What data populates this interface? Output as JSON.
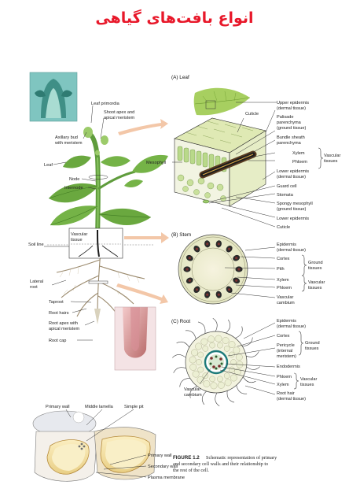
{
  "title": "انواع بافت‌های گیاهی",
  "plant_labels": {
    "leaf_primordia": "Leaf primordia",
    "shoot_apex_1": "Shoot apex and",
    "shoot_apex_2": "apical meristem",
    "axillary_1": "Axillary bud",
    "axillary_2": "with meristem",
    "leaf": "Leaf",
    "node": "Node",
    "internode": "Internode",
    "vascular_1": "Vascular",
    "vascular_2": "tissue",
    "soil_line": "Soil line",
    "lateral_1": "Lateral",
    "lateral_2": "root",
    "taproot": "Taproot",
    "root_hairs": "Root hairs",
    "root_apex_1": "Root apex with",
    "root_apex_2": "apical meristem",
    "root_cap": "Root cap"
  },
  "leaf_panel": {
    "heading": "(A) Leaf",
    "cuticle_top": "Cuticle",
    "mesophyll": "Mesophyll",
    "upper_epi_1": "Upper epidermis",
    "upper_epi_2": "(dermal tissue)",
    "palisade_1": "Palisade",
    "palisade_2": "parenchyma",
    "palisade_3": "(ground tissue)",
    "bundle_1": "Bundle sheath",
    "bundle_2": "parenchyma",
    "xylem": "Xylem",
    "phloem": "Phloem",
    "vascular_1": "Vascular",
    "vascular_2": "tissues",
    "lower_epi_1": "Lower epidermis",
    "lower_epi_2": "(dermal tissue)",
    "guard_cell": "Guard cell",
    "stomata": "Stomata",
    "spongy_1": "Spongy mesophyll",
    "spongy_2": "(ground tissue)",
    "lower_epidermis": "Lower epidermis",
    "cuticle_bottom": "Cuticle"
  },
  "stem_panel": {
    "heading": "(B) Stem",
    "epi_1": "Epidermis",
    "epi_2": "(dermal tissue)",
    "cortex": "Cortex",
    "pith": "Pith",
    "ground_1": "Ground",
    "ground_2": "tissues",
    "xylem": "Xylem",
    "phloem": "Phloem",
    "vascular_1": "Vascular",
    "vascular_2": "tissues",
    "cambium_1": "Vascular",
    "cambium_2": "cambium"
  },
  "root_panel": {
    "heading": "(C) Root",
    "epi_1": "Epidermis",
    "epi_2": "(dermal tissue)",
    "cortex": "Cortex",
    "pericycle_1": "Pericycle",
    "pericycle_2": "(internal",
    "pericycle_3": "meristem)",
    "ground_1": "Ground",
    "ground_2": "tissues",
    "endodermis": "Endodermis",
    "phloem": "Phloem",
    "xylem": "Xylem",
    "vascular_1": "Vascular",
    "vascular_2": "tissues",
    "cambium_1": "Vascular",
    "cambium_2": "cambium",
    "hair_1": "Root hair",
    "hair_2": "(dermal tissue)"
  },
  "cell_panel": {
    "primary_wall_top": "Primary wall",
    "middle_lamella": "Middle lamella",
    "simple_pit": "Simple pit",
    "primary_wall": "Primary wall",
    "secondary_wall": "Secondary wall",
    "plasma_membrane": "Plasma membrane"
  },
  "caption": {
    "figure": "FIGURE 1.2",
    "line1": "Schematic representation of primary",
    "line2": "and secondary cell walls and their relationship to",
    "line3": "the rest of the cell."
  }
}
